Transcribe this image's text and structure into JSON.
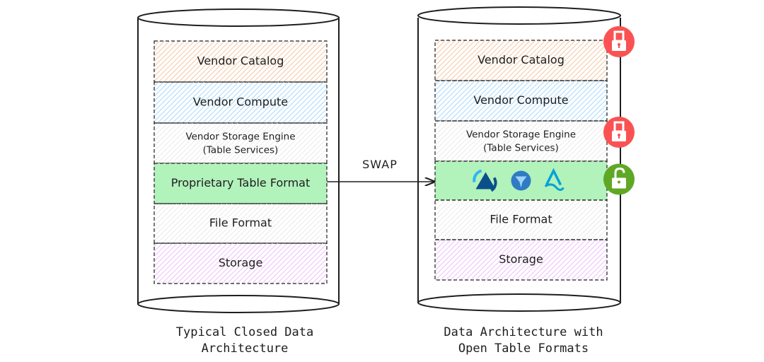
{
  "colors": {
    "stroke": "#1e1e1e",
    "orange": "#f7c59f",
    "blue": "#a5d8ff",
    "gray": "#d9d9d9",
    "green": "#b2f2bb",
    "pink": "#fbe3e0",
    "purple": "#eebefa",
    "lock_red": "#fa5252",
    "lock_green": "#5fa826"
  },
  "left": {
    "caption": [
      "Typical Closed Data",
      "Architecture"
    ],
    "layers": [
      {
        "label": [
          "Vendor Catalog"
        ],
        "color": "orange",
        "style": "hatch"
      },
      {
        "label": [
          "Vendor Compute"
        ],
        "color": "blue",
        "style": "hatch"
      },
      {
        "label": [
          "Vendor Storage Engine",
          "(Table Services)"
        ],
        "color": "gray",
        "style": "hatch"
      },
      {
        "label": [
          "Proprietary Table Format"
        ],
        "color": "green",
        "style": "solid"
      },
      {
        "label": [
          "File Format"
        ],
        "color": "gray",
        "style": "hatch"
      },
      {
        "label": [
          "Storage"
        ],
        "color": "purple",
        "style": "hatch"
      }
    ]
  },
  "right": {
    "caption": [
      "Data Architecture with",
      "Open Table Formats"
    ],
    "layers": [
      {
        "label": [
          "Vendor Catalog"
        ],
        "color": "orange",
        "style": "hatch",
        "lock": "locked"
      },
      {
        "label": [
          "Vendor Compute"
        ],
        "color": "blue",
        "style": "hatch"
      },
      {
        "label": [
          "Vendor Storage Engine",
          "(Table Services)"
        ],
        "color": "gray",
        "style": "hatch",
        "lock": "locked"
      },
      {
        "label": [],
        "color": "green",
        "style": "solid",
        "lock": "unlocked",
        "icons": [
          "apache-hudi-icon",
          "apache-iceberg-icon",
          "delta-lake-icon"
        ]
      },
      {
        "label": [
          "File Format"
        ],
        "color": "gray",
        "style": "hatch"
      },
      {
        "label": [
          "Storage"
        ],
        "color": "purple",
        "style": "hatch"
      }
    ]
  },
  "arrow": {
    "label": "SWAP"
  }
}
